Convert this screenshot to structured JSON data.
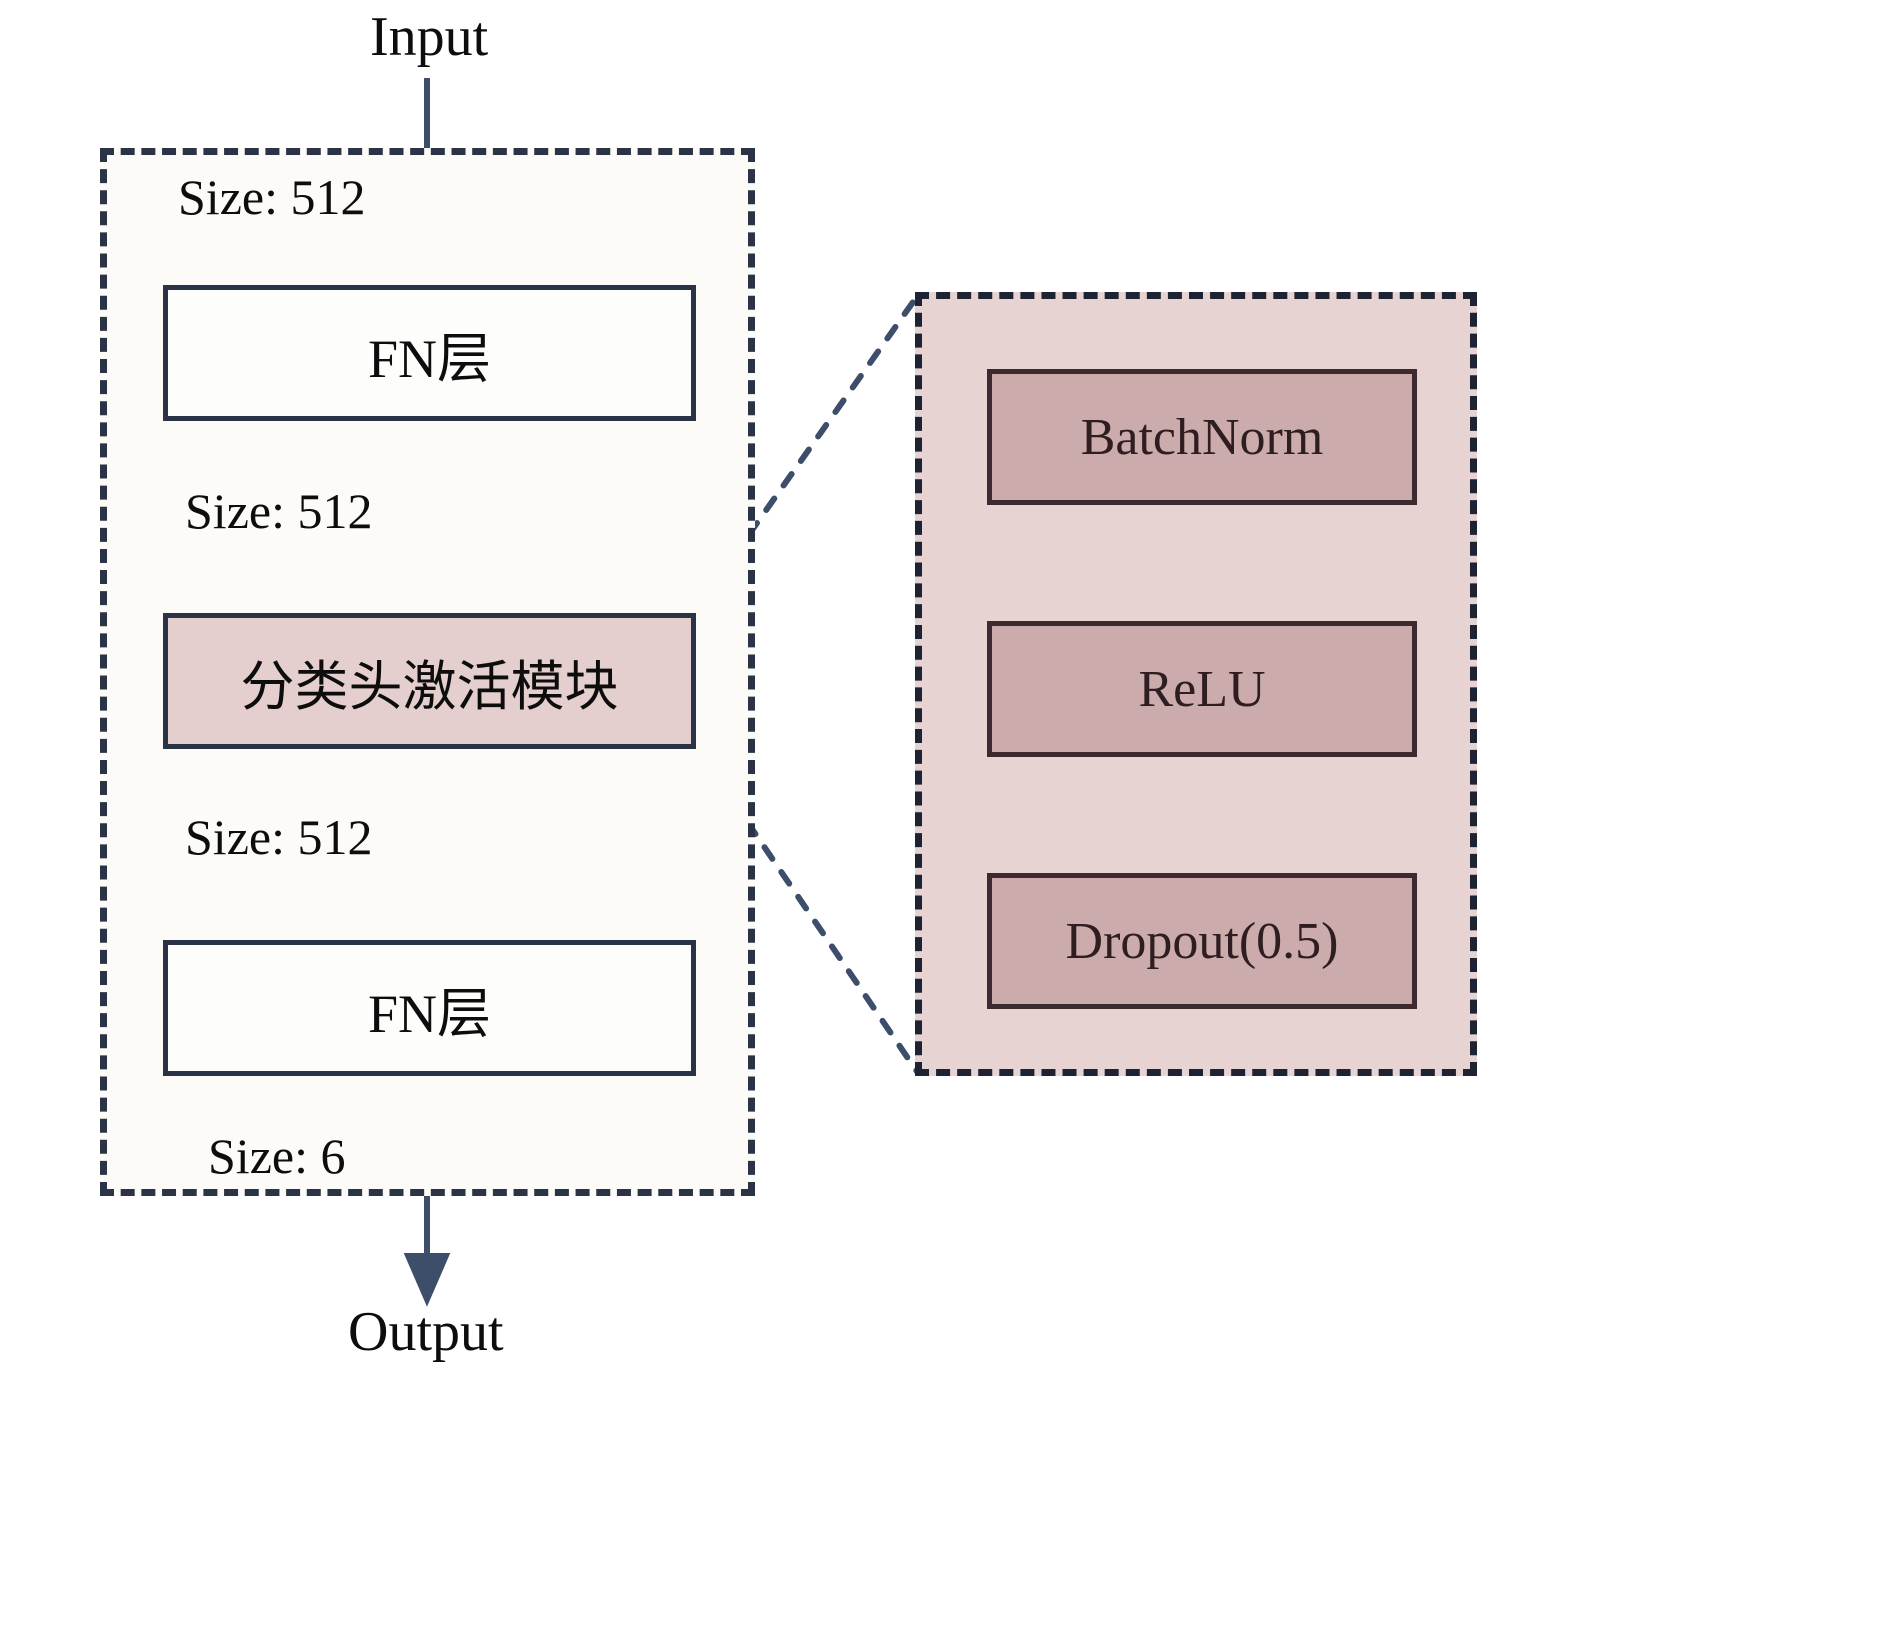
{
  "diagram": {
    "title_input": "Input",
    "title_output": "Output",
    "colors": {
      "stroke_navy": "#2b3347",
      "arrow_navy": "#3d4e6b",
      "container_fill": "#fcfbf7",
      "pink_box_fill": "#e4cfce",
      "panel_fill": "#e6d3d2",
      "sub_box_fill": "#cbabac",
      "sub_box_stroke": "#3d2a30",
      "text": "#0d0d0d"
    },
    "edge_labels": {
      "input_to_fn1": "Size: 512",
      "fn1_to_act": "Size: 512",
      "act_to_fn2": "Size: 512",
      "fn2_to_output": "Size: 6"
    },
    "main_nodes": [
      {
        "id": "fn-layer-1",
        "label": "FN层",
        "type": "fn"
      },
      {
        "id": "activation-module",
        "label": "分类头激活模块",
        "type": "pink"
      },
      {
        "id": "fn-layer-2",
        "label": "FN层",
        "type": "fn"
      }
    ],
    "detail_panel": {
      "sub_nodes": [
        {
          "id": "batchnorm",
          "label": "BatchNorm"
        },
        {
          "id": "relu",
          "label": "ReLU"
        },
        {
          "id": "dropout",
          "label": "Dropout(0.5)"
        }
      ]
    }
  }
}
